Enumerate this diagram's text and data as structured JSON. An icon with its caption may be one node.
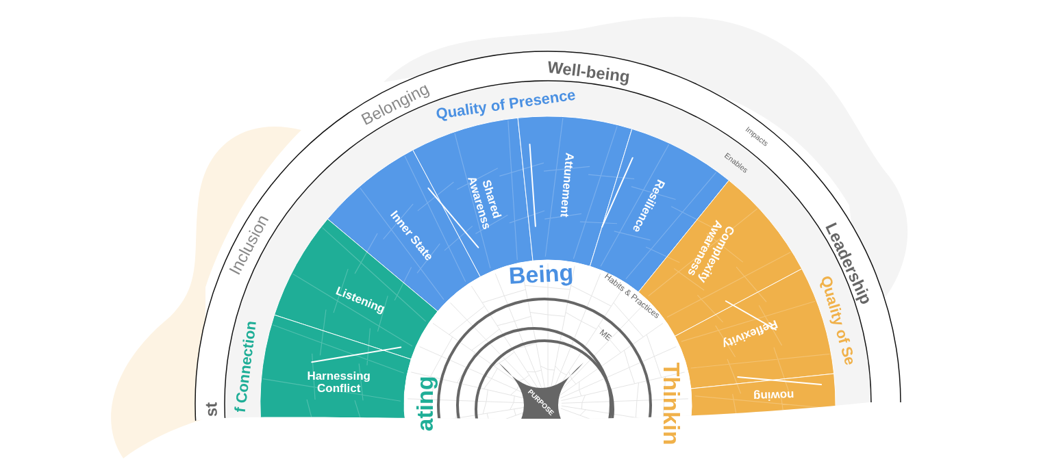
{
  "diagram": {
    "nodes": [
      {
        "text": [
          "Inner State"
        ]
      },
      {
        "text": [
          "Shared Awarenss"
        ]
      },
      {
        "text": [
          "Attunement"
        ]
      },
      {
        "text": [
          "Resilience"
        ]
      },
      {
        "text": [
          "Listening"
        ]
      },
      {
        "text": [
          "Harnessing Conflict"
        ]
      },
      {
        "text": [
          "Complexity Awareness"
        ]
      },
      {
        "text": [
          "Reflexivity"
        ]
      },
      {
        "text": [
          "nowing"
        ]
      },
      {
        "text": [
          "PURPOSE"
        ]
      }
    ],
    "edges": [],
    "labels": [
      "Well-being",
      "Belonging",
      "Quality of Presence",
      "Impacts",
      "Enables",
      "Inclusion",
      "Leadership",
      "Being",
      "Habits & Practices",
      "Quality of Se",
      "f Connection",
      "ME",
      "ating",
      "Thinkin",
      "st"
    ]
  }
}
